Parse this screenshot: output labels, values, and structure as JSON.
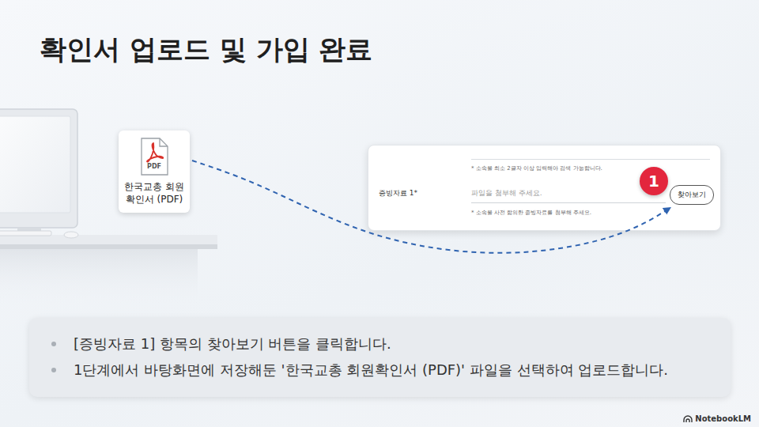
{
  "diagram": {
    "title": "확인서 업로드 및 가입 완료",
    "nodes": [
      {
        "text": [
          "PDF",
          "한국교총 회원확인서 (PDF)"
        ]
      },
      {
        "text": [
          "* 소속을 최소 2글자 이상 입력해야 검색 가능합니다.",
          "증빙자료 1*",
          "파일을 첨부해 주세요.",
          "* 소속을 사전 합의한 증빙자료를 첨부해 주세요."
        ]
      },
      {
        "text": [
          "1"
        ],
        "in": 1
      },
      {
        "text": [
          "찾아보기"
        ],
        "in": 1
      },
      {
        "text": [
          "[증빙자료 1] 항목의 찾아보기 버튼을 클릭합니다.",
          "1단계에서 바탕화면에 저장해둔 '한국교총 회원확인서 (PDF)' 파일을 선택하여 업로드합니다."
        ]
      }
    ],
    "edges": [
      {
        "from": 0,
        "to": 3,
        "arrow": "to"
      }
    ],
    "labels": [
      "NotebookLM"
    ]
  }
}
